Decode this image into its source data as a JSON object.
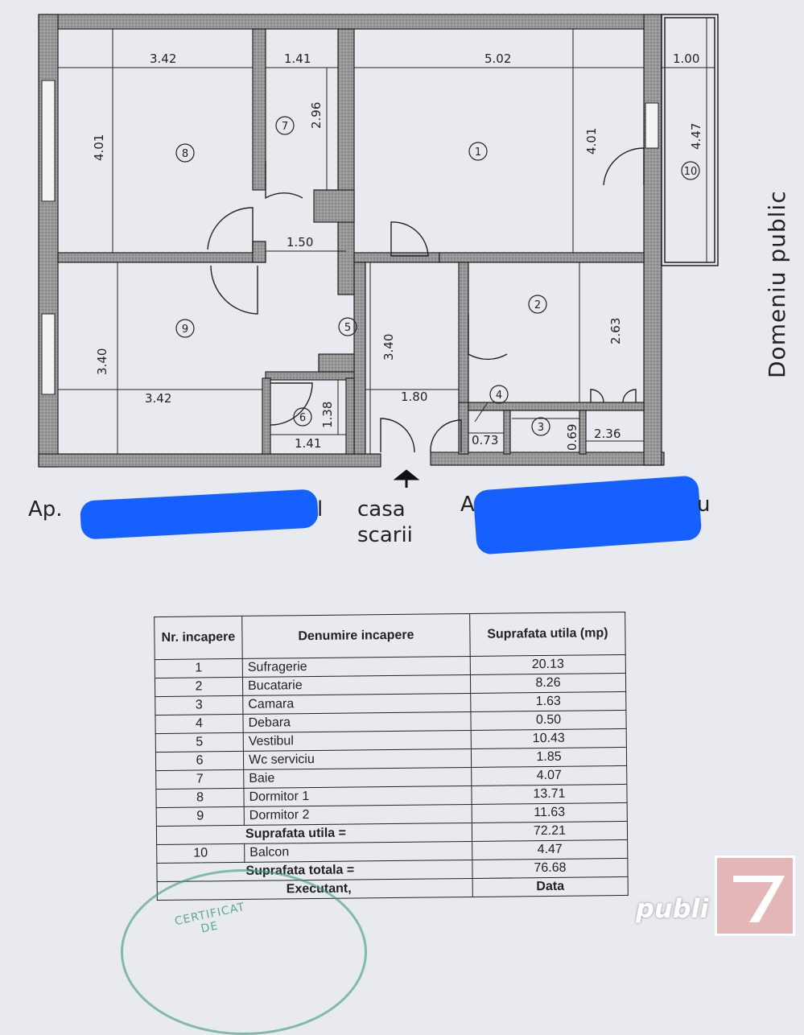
{
  "plan": {
    "dimensions": {
      "d_342_top": "3.42",
      "d_141_top": "1.41",
      "d_502": "5.02",
      "d_100": "1.00",
      "d_401_left": "4.01",
      "d_296": "2.96",
      "d_401_right": "4.01",
      "d_447": "4.47",
      "d_150": "1.50",
      "d_340_left": "3.40",
      "d_340_mid": "3.40",
      "d_263": "2.63",
      "d_342_bottom": "3.42",
      "d_138": "1.38",
      "d_180": "1.80",
      "d_073": "0.73",
      "d_069": "0.69",
      "d_236": "2.36",
      "d_141_bottom": "1.41"
    },
    "rooms": [
      "1",
      "2",
      "3",
      "4",
      "5",
      "6",
      "7",
      "8",
      "9",
      "10"
    ],
    "side_label": "Domeniu    public"
  },
  "labels": {
    "ap_left": "Ap.",
    "ap_left_suffix": "l",
    "stair_1": "casa",
    "stair_2": "scarii",
    "ap_right": "A",
    "ap_right_suffix": "u"
  },
  "table": {
    "headers": {
      "nr": "Nr. incapere",
      "name": "Denumire incapere",
      "area": "Suprafata utila (mp)"
    },
    "rows": [
      {
        "nr": "1",
        "name": "Sufragerie",
        "area": "20.13"
      },
      {
        "nr": "2",
        "name": "Bucatarie",
        "area": "8.26"
      },
      {
        "nr": "3",
        "name": "Camara",
        "area": "1.63"
      },
      {
        "nr": "4",
        "name": "Debara",
        "area": "0.50"
      },
      {
        "nr": "5",
        "name": "Vestibul",
        "area": "10.43"
      },
      {
        "nr": "6",
        "name": "Wc serviciu",
        "area": "1.85"
      },
      {
        "nr": "7",
        "name": "Baie",
        "area": "4.07"
      },
      {
        "nr": "8",
        "name": "Dormitor 1",
        "area": "13.71"
      },
      {
        "nr": "9",
        "name": "Dormitor 2",
        "area": "11.63"
      }
    ],
    "useful_label": "Suprafata utila =",
    "useful_value": "72.21",
    "balcony": {
      "nr": "10",
      "name": "Balcon",
      "area": "4.47"
    },
    "total_label": "Suprafata totala =",
    "total_value": "76.68",
    "executant": "Executant,",
    "data_label": "Data"
  },
  "stamp": {
    "line1": "CERTIFICAT",
    "line2": "DE"
  },
  "watermark": {
    "brand": "publi"
  },
  "colors": {
    "wall": "#8b8b8b",
    "paper": "#e9eaf0",
    "redaction": "#1560ff",
    "stamp": "#3a9a7a"
  }
}
